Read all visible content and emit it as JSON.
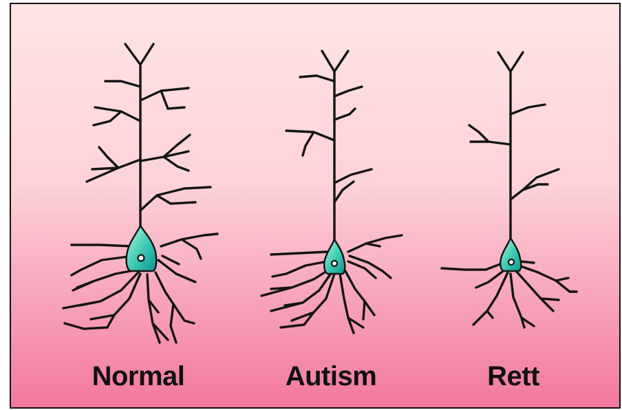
{
  "panels": [
    {
      "label": "Normal"
    },
    {
      "label": "Autism"
    },
    {
      "label": "Rett"
    }
  ],
  "colors": {
    "background_top": "#ffe4e4",
    "background_bottom": "#f2789e",
    "soma_light": "#b8f5df",
    "soma_dark": "#1aa39c",
    "dendrite": "#141414"
  }
}
